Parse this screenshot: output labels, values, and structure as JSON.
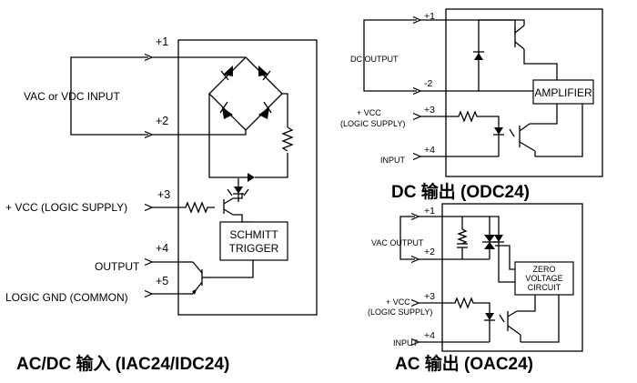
{
  "idc": {
    "title": "AC/DC 输入 (IAC24/IDC24)",
    "pins": [
      "+1",
      "+2",
      "+3",
      "+4",
      "+5"
    ],
    "labels": {
      "input": "VAC or VDC INPUT",
      "vcc": "+ VCC (LOGIC SUPPLY)",
      "output": "OUTPUT",
      "gnd": "LOGIC GND (COMMON)"
    },
    "schmitt": [
      "SCHMITT",
      "TRIGGER"
    ]
  },
  "odc": {
    "title": "DC 输出 (ODC24)",
    "pins": [
      "+1",
      "-2",
      "+3",
      "+4"
    ],
    "labels": {
      "dc_output": "DC OUTPUT",
      "vcc": "+ VCC",
      "logic_supply": "(LOGIC SUPPLY)",
      "input": "INPUT"
    },
    "amplifier": "AMPLIFIER"
  },
  "oac": {
    "title": "AC 输出 (OAC24)",
    "pins": [
      "+1",
      "+2",
      "+3",
      "+4"
    ],
    "labels": {
      "vac_output": "VAC OUTPUT",
      "vcc": "+ VCC",
      "logic_supply": "(LOGIC SUPPLY)",
      "input": "INPUT"
    },
    "zero_cross": [
      "ZERO",
      "VOLTAGE",
      "CIRCUIT"
    ]
  }
}
